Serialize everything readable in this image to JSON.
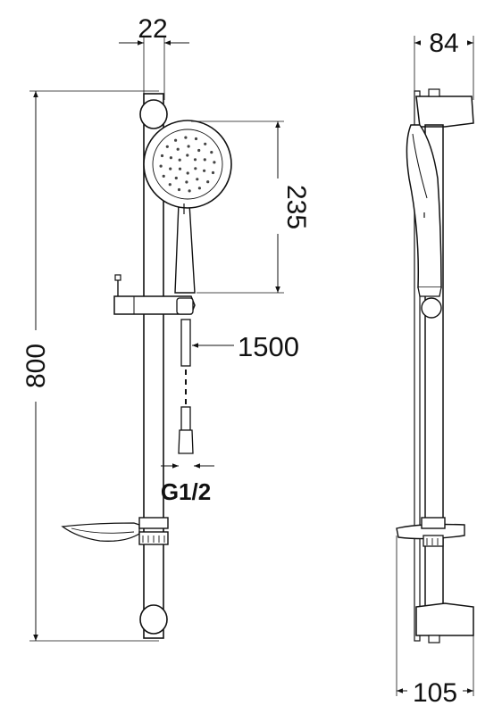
{
  "dimensions": {
    "rail_width": "22",
    "total_height": "800",
    "head_height": "235",
    "hose_length": "1500",
    "connector": "G1/2",
    "side_depth": "84",
    "soap_dish_depth": "105"
  },
  "colors": {
    "line": "#111111",
    "background": "#ffffff"
  }
}
